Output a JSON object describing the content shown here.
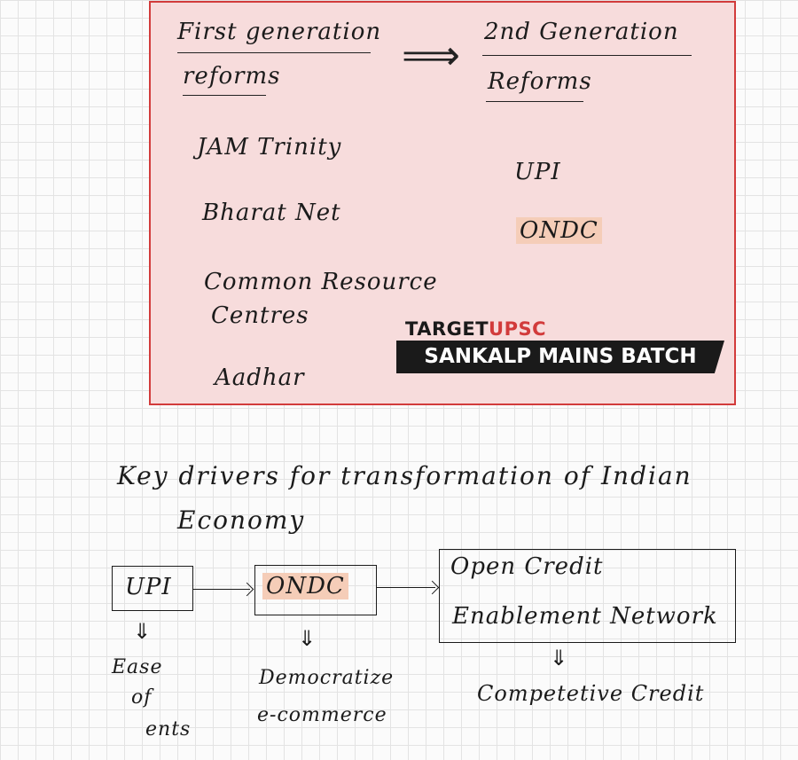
{
  "top_panel": {
    "left_heading_line1": "First generation",
    "left_heading_line2": "reforms",
    "right_heading_line1": "2nd Generation",
    "right_heading_line2": "Reforms",
    "first_gen_items": [
      "JAM Trinity",
      "Bharat Net",
      "Common Resource",
      "Centres",
      "Aadhar"
    ],
    "second_gen_items": [
      "UPI",
      "ONDC"
    ],
    "logo_brand": "TARGET",
    "logo_brand_accent": "UPSC",
    "logo_banner": "SANKALP MAINS BATCH",
    "border_color": "#d23b3b",
    "fill_color": "#f7dcdc"
  },
  "bottom_section": {
    "title_line1": "Key drivers for transformation of Indian",
    "title_line2": "Economy",
    "nodes": [
      {
        "label": "UPI",
        "outcome_lines": [
          "Ease",
          "of",
          "ents"
        ]
      },
      {
        "label": "ONDC",
        "outcome_lines": [
          "Democratize",
          "e-commerce"
        ]
      },
      {
        "label_lines": [
          "Open Credit",
          "Enablement Network"
        ],
        "outcome_lines": [
          "Competetive Credit"
        ]
      }
    ],
    "arrow_symbol": "⇓",
    "highlight_color": "#f5cdb8"
  }
}
